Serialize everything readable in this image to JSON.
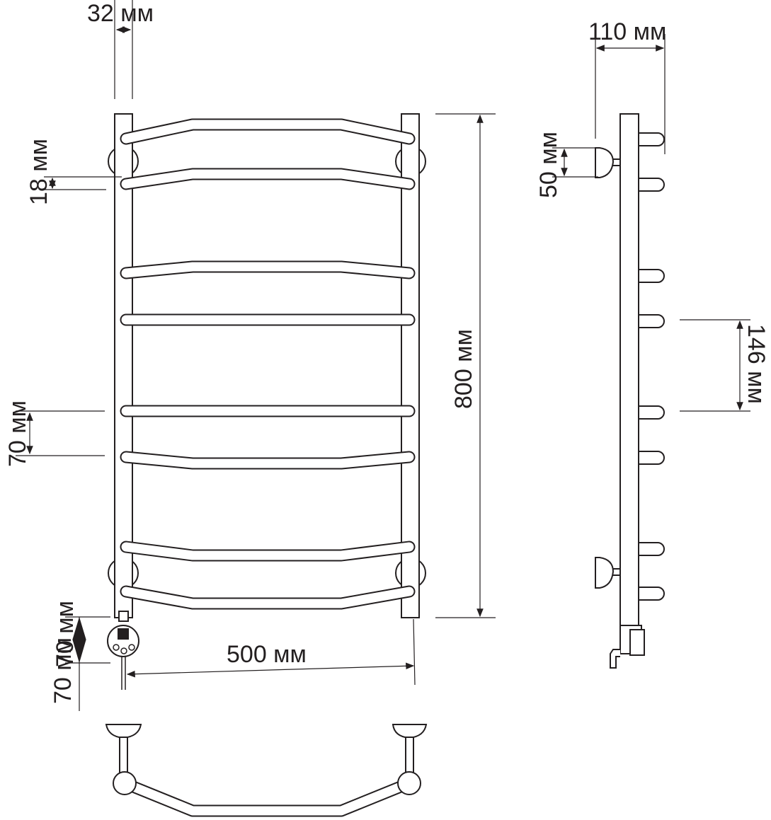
{
  "dimensions": {
    "pipe_diameter": "32 мм",
    "rung_gap": "18 мм",
    "rung_pitch": "70 мм",
    "heater_offset": "70 мм",
    "width": "500 мм",
    "height": "800 мм",
    "wall_depth": "110 мм",
    "mount_height": "50 мм",
    "side_pitch": "146 мм"
  },
  "colors": {
    "ink": "#231f20",
    "background": "#ffffff"
  }
}
